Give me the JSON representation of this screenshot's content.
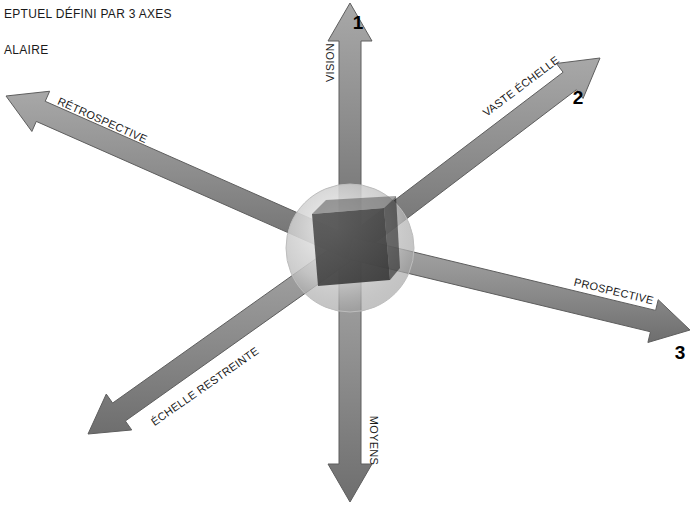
{
  "diagram": {
    "title": "EPTUEL DÉFINI PAR 3 AXES",
    "labels": [
      "ALAIRE",
      "VISION",
      "1",
      "VASTE ÉCHELLE",
      "2",
      "RÉTROSPECTIVE",
      "PROSPECTIVE",
      "3",
      "ÉCHELLE RESTREINTE",
      "MOYENS"
    ]
  }
}
